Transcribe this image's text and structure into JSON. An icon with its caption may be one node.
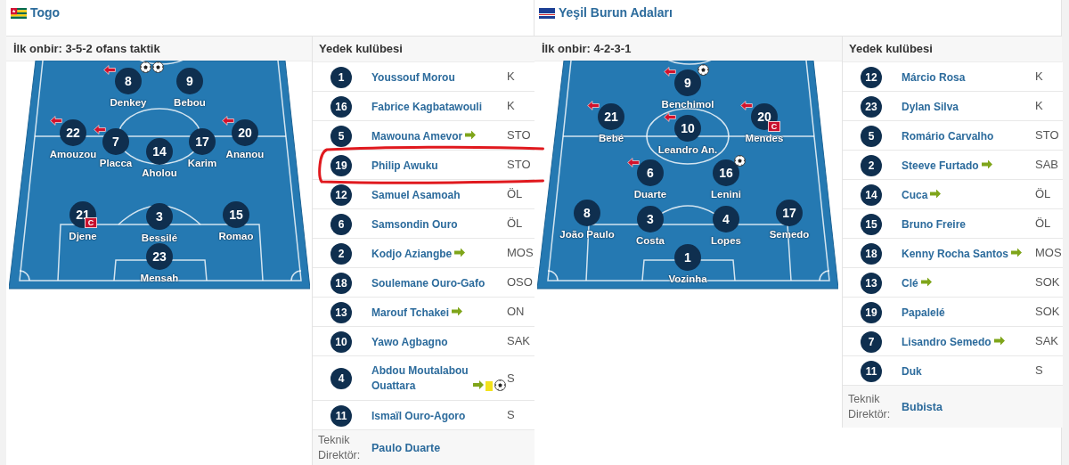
{
  "diagram": {
    "nodes": [
      {
        "text": [
          "Togo"
        ]
      },
      {
        "text": [
          "İlk onbir: 3-5-2 ofans taktik"
        ],
        "in": 0
      },
      {
        "text": [
          "8"
        ],
        "beside": [
          "Denkey"
        ],
        "in": 1
      },
      {
        "text": [
          "9"
        ],
        "beside": [
          "Bebou"
        ],
        "in": 1
      },
      {
        "text": [
          "22"
        ],
        "beside": [
          "Amouzou"
        ],
        "in": 1
      },
      {
        "text": [
          "7"
        ],
        "beside": [
          "Placca"
        ],
        "in": 1
      },
      {
        "text": [
          "14"
        ],
        "beside": [
          "Aholou"
        ],
        "in": 1
      },
      {
        "text": [
          "17"
        ],
        "beside": [
          "Karim"
        ],
        "in": 1
      },
      {
        "text": [
          "20"
        ],
        "beside": [
          "Ananou"
        ],
        "in": 1
      },
      {
        "text": [
          "21",
          "C"
        ],
        "beside": [
          "Djene"
        ],
        "in": 1
      },
      {
        "text": [
          "3"
        ],
        "beside": [
          "Bessilé"
        ],
        "in": 1
      },
      {
        "text": [
          "15"
        ],
        "beside": [
          "Romao"
        ],
        "in": 1
      },
      {
        "text": [
          "23"
        ],
        "beside": [
          "Mensah"
        ],
        "in": 1
      },
      {
        "text": [
          "Yedek kulübesi"
        ],
        "in": 0
      },
      {
        "text": [
          "1",
          "Youssouf Morou",
          "K"
        ],
        "in": 13
      },
      {
        "text": [
          "16",
          "Fabrice Kagbatawouli",
          "K"
        ],
        "in": 13
      },
      {
        "text": [
          "5",
          "Mawouna Amevor",
          "STO"
        ],
        "in": 13
      },
      {
        "text": [
          "19",
          "Philip Awuku",
          "STO"
        ],
        "in": 13
      },
      {
        "text": [
          "12",
          "Samuel Asamoah",
          "ÖL"
        ],
        "in": 13
      },
      {
        "text": [
          "6",
          "Samsondin Ouro",
          "ÖL"
        ],
        "in": 13
      },
      {
        "text": [
          "2",
          "Kodjo Aziangbe",
          "MOS"
        ],
        "in": 13
      },
      {
        "text": [
          "18",
          "Soulemane Ouro-Gafo",
          "OSO"
        ],
        "in": 13
      },
      {
        "text": [
          "13",
          "Marouf Tchakei",
          "ON"
        ],
        "in": 13
      },
      {
        "text": [
          "10",
          "Yawo Agbagno",
          "SAK"
        ],
        "in": 13
      },
      {
        "text": [
          "4",
          "Abdou Moutalabou Ouattara",
          "S"
        ],
        "in": 13
      },
      {
        "text": [
          "11",
          "Ismaïl Ouro-Agoro",
          "S"
        ],
        "in": 13
      },
      {
        "text": [
          "Teknik Direktör:",
          "Paulo Duarte"
        ],
        "in": 13
      },
      {
        "text": [
          "Yeşil Burun Adaları"
        ]
      },
      {
        "text": [
          "İlk onbir: 4-2-3-1"
        ],
        "in": 27
      },
      {
        "text": [
          "9"
        ],
        "beside": [
          "Benchimol"
        ],
        "in": 28
      },
      {
        "text": [
          "21"
        ],
        "beside": [
          "Bebé"
        ],
        "in": 28
      },
      {
        "text": [
          "10"
        ],
        "beside": [
          "Leandro An."
        ],
        "in": 28
      },
      {
        "text": [
          "20",
          "C"
        ],
        "beside": [
          "Mendes"
        ],
        "in": 28
      },
      {
        "text": [
          "6"
        ],
        "beside": [
          "Duarte"
        ],
        "in": 28
      },
      {
        "text": [
          "16"
        ],
        "beside": [
          "Lenini"
        ],
        "in": 28
      },
      {
        "text": [
          "8"
        ],
        "beside": [
          "João Paulo"
        ],
        "in": 28
      },
      {
        "text": [
          "3"
        ],
        "beside": [
          "Costa"
        ],
        "in": 28
      },
      {
        "text": [
          "4"
        ],
        "beside": [
          "Lopes"
        ],
        "in": 28
      },
      {
        "text": [
          "17"
        ],
        "beside": [
          "Semedo"
        ],
        "in": 28
      },
      {
        "text": [
          "1"
        ],
        "beside": [
          "Vozinha"
        ],
        "in": 28
      },
      {
        "text": [
          "Yedek kulübesi"
        ],
        "in": 27
      },
      {
        "text": [
          "12",
          "Márcio Rosa",
          "K"
        ],
        "in": 40
      },
      {
        "text": [
          "23",
          "Dylan Silva",
          "K"
        ],
        "in": 40
      },
      {
        "text": [
          "5",
          "Romário Carvalho",
          "STO"
        ],
        "in": 40
      },
      {
        "text": [
          "2",
          "Steeve Furtado",
          "SAB"
        ],
        "in": 40
      },
      {
        "text": [
          "14",
          "Cuca",
          "ÖL"
        ],
        "in": 40
      },
      {
        "text": [
          "15",
          "Bruno Freire",
          "ÖL"
        ],
        "in": 40
      },
      {
        "text": [
          "18",
          "Kenny Rocha Santos",
          "MOS"
        ],
        "in": 40
      },
      {
        "text": [
          "13",
          "Clé",
          "SOK"
        ],
        "in": 40
      },
      {
        "text": [
          "19",
          "Papalelé",
          "SOK"
        ],
        "in": 40
      },
      {
        "text": [
          "7",
          "Lisandro Semedo",
          "SAK"
        ],
        "in": 40
      },
      {
        "text": [
          "11",
          "Duk",
          "S"
        ],
        "in": 40
      },
      {
        "text": [
          "Teknik Direktör:",
          "Bubista"
        ],
        "in": 40
      }
    ]
  }
}
